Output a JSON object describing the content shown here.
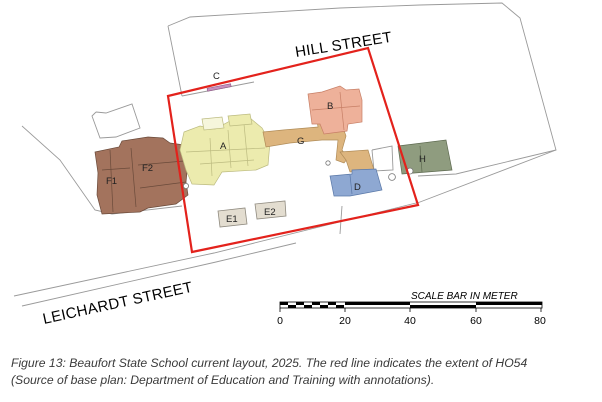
{
  "streets": {
    "hill": "HILL STREET",
    "leichardt": "LEICHARDT STREET"
  },
  "buildings": {
    "A": "A",
    "B": "B",
    "C": "C",
    "D": "D",
    "E1": "E1",
    "E2": "E2",
    "F1": "F1",
    "F2": "F2",
    "G": "G",
    "H": "H"
  },
  "colors": {
    "boundary": "#e3221c",
    "building_A": "#ecebae",
    "building_B": "#eeb19a",
    "building_C": "#c790bd",
    "building_D": "#8ea8d2",
    "building_E": "#e3ddd0",
    "building_F": "#a3735d",
    "building_G": "#ddb57e",
    "building_H": "#8f9c7f",
    "lot_lines": "#9a9a9a"
  },
  "scale_bar": {
    "title": "SCALE BAR IN METER",
    "ticks": [
      "0",
      "20",
      "40",
      "60",
      "80"
    ]
  },
  "caption": {
    "line1": "Figure 13: Beaufort State School current layout, 2025. The red line indicates the extent of HO54",
    "line2": "(Source of base plan: Department of Education and Training with annotations)."
  }
}
